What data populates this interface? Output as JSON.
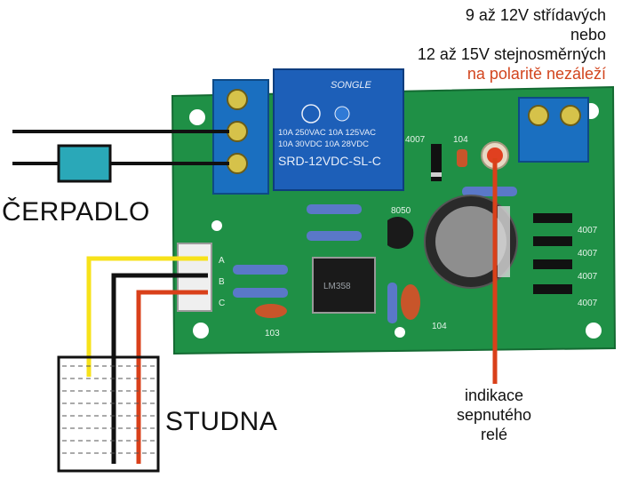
{
  "power_note": {
    "line1": "9 až 12V střídavých",
    "line2": "nebo",
    "line3": "12 až 15V stejnosměrných",
    "line4": "na polaritě nezáleží",
    "accent_color": "#d2451e"
  },
  "labels": {
    "pump": "ČERPADLO",
    "well": "STUDNA",
    "indicator": [
      "indikace",
      "sepnutého",
      "relé"
    ]
  },
  "relay": {
    "brand": "SONGLE",
    "rating1": "10A 250VAC 10A 125VAC",
    "rating2": "10A  30VDC 10A  28VDC",
    "model": "SRD-12VDC-SL-C"
  },
  "component_marks": {
    "diode_top": "4007",
    "cap_top": "104",
    "transistor": "8050",
    "connector_pins": [
      "A",
      "B",
      "C"
    ],
    "cap_bottom_left": "103",
    "cap_bottom_right": "104",
    "diodes_right": [
      "4007",
      "4007",
      "4007",
      "4007"
    ],
    "chip": "LM358"
  },
  "colors": {
    "pcb": "#1f9046",
    "relay": "#1d5fb8",
    "terminal": "#1a6fc0",
    "wire_yellow": "#f7e21a",
    "wire_black": "#111111",
    "wire_red": "#d9401a",
    "pump_body": "#2aa8b8"
  }
}
